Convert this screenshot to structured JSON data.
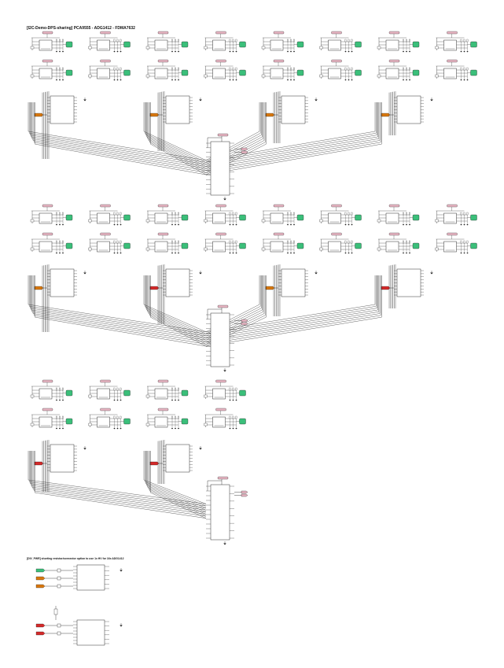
{
  "page": {
    "title": "[I2C-Demo-DPS-sharing] PCA9555 - ADG1412 - FDMA7632",
    "bottom_title": "[DIV_PWR] shorting resistor/connector option to use 1x HV for 16x ADG1412"
  },
  "rows": [
    {
      "id": "row1",
      "sub_units": 8,
      "mux_blocks": 4,
      "ioexpander": "PCA9555"
    },
    {
      "id": "row2",
      "sub_units": 8,
      "mux_blocks": 4,
      "ioexpander": "PCA9555"
    },
    {
      "id": "row3",
      "sub_units": 4,
      "mux_blocks": 2,
      "ioexpander": "PCA9555"
    }
  ],
  "colors": {
    "wire": "#1a1a1a",
    "green_port": "#3bbf7a",
    "orange_port": "#d9780f",
    "red_port": "#d42a2a",
    "pink_label": "#e8b6c3"
  },
  "icons": [
    "ground-icon",
    "power-port-icon",
    "resistor-icon"
  ]
}
